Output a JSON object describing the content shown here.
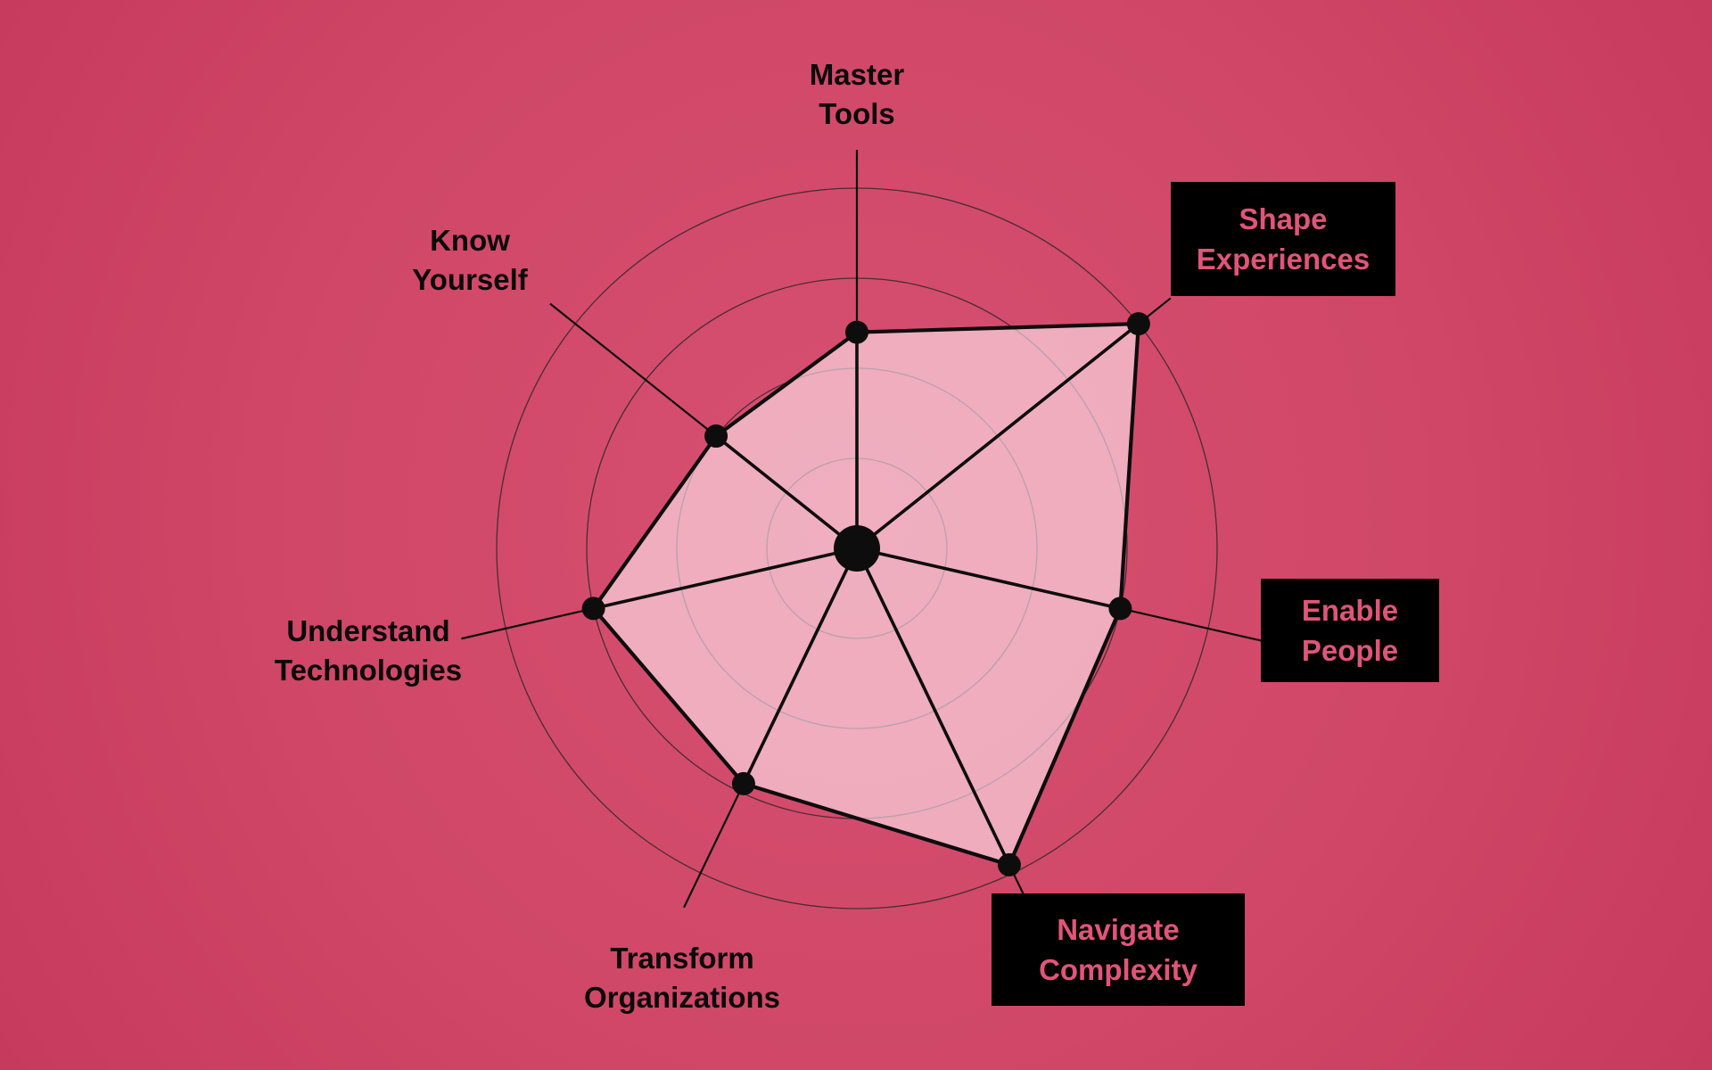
{
  "background": {
    "center": "#d75072",
    "mid": "#d04767",
    "edge": "#c63a5e"
  },
  "chart_data": {
    "type": "radar",
    "title": "",
    "rings": 4,
    "max_value": 4,
    "start_angle_deg": -90,
    "direction": "clockwise",
    "legend": "none",
    "grid": "circular",
    "axes": [
      {
        "label": "Master Tools",
        "lines": [
          "Master",
          "Tools"
        ],
        "value": 2.4,
        "boxed": false
      },
      {
        "label": "Shape Experiences",
        "lines": [
          "Shape",
          "Experiences"
        ],
        "value": 4.0,
        "boxed": true
      },
      {
        "label": "Enable People",
        "lines": [
          "Enable",
          "People"
        ],
        "value": 3.0,
        "boxed": true
      },
      {
        "label": "Navigate Complexity",
        "lines": [
          "Navigate",
          "Complexity"
        ],
        "value": 3.9,
        "boxed": true
      },
      {
        "label": "Transform Organizations",
        "lines": [
          "Transform",
          "Organizations"
        ],
        "value": 2.9,
        "boxed": false
      },
      {
        "label": "Understand Technologies",
        "lines": [
          "Understand",
          "Technologies"
        ],
        "value": 3.0,
        "boxed": false
      },
      {
        "label": "Know Yourself",
        "lines": [
          "Know",
          "Yourself"
        ],
        "value": 2.0,
        "boxed": false
      }
    ],
    "colors": {
      "fill": "rgba(255,233,239,0.62)",
      "stroke": "#0d0d0d",
      "grid": "#262626",
      "label_text": "#0a0a0a",
      "box_bg": "#000000",
      "box_text": "#e05578"
    }
  }
}
